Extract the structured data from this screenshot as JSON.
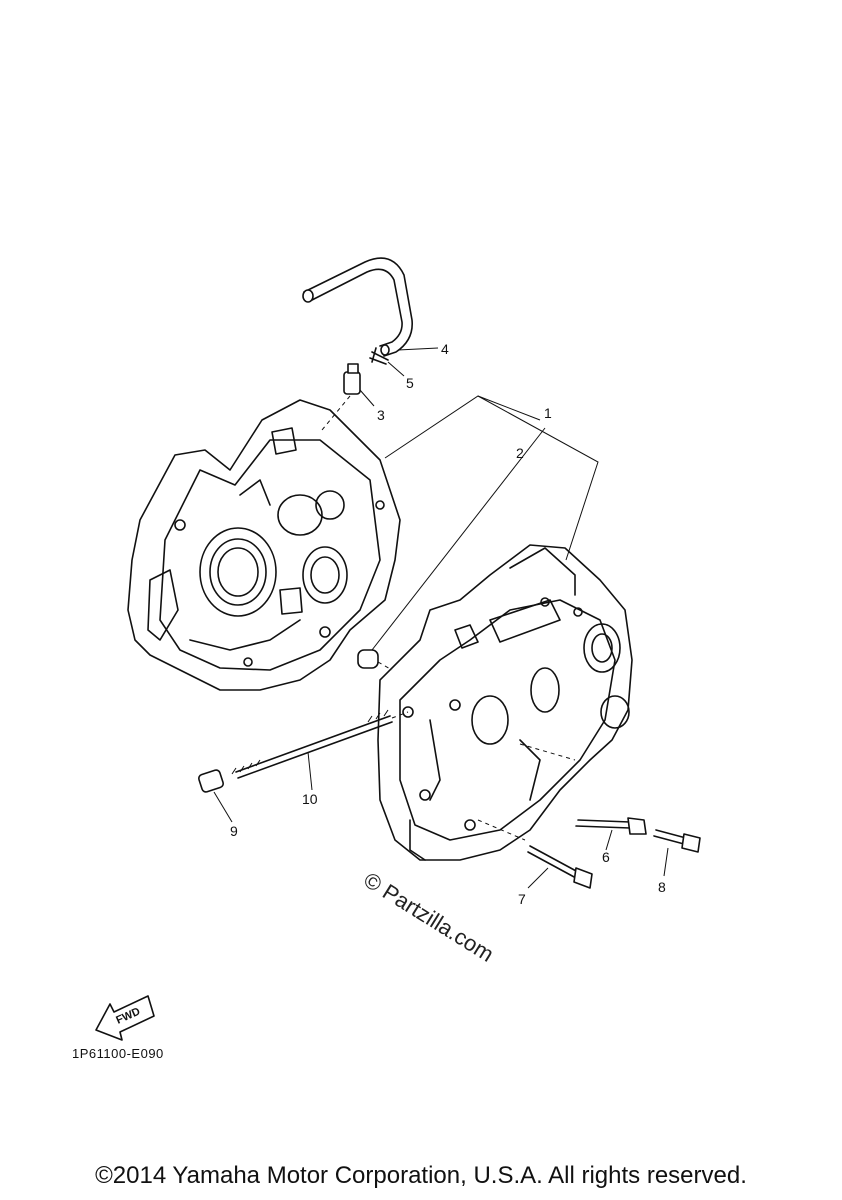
{
  "diagram": {
    "part_labels": [
      {
        "id": "1",
        "text": "1"
      },
      {
        "id": "2",
        "text": "2"
      },
      {
        "id": "3",
        "text": "3"
      },
      {
        "id": "4",
        "text": "4"
      },
      {
        "id": "5",
        "text": "5"
      },
      {
        "id": "6",
        "text": "6"
      },
      {
        "id": "7",
        "text": "7"
      },
      {
        "id": "8",
        "text": "8"
      },
      {
        "id": "9",
        "text": "9"
      },
      {
        "id": "10",
        "text": "10"
      }
    ],
    "watermark": "© Partzilla.com",
    "direction_arrow_text": "FWD",
    "diagram_code": "1P61100-E090"
  },
  "footer": {
    "copyright": "©2014 Yamaha Motor Corporation, U.S.A. All rights reserved."
  }
}
